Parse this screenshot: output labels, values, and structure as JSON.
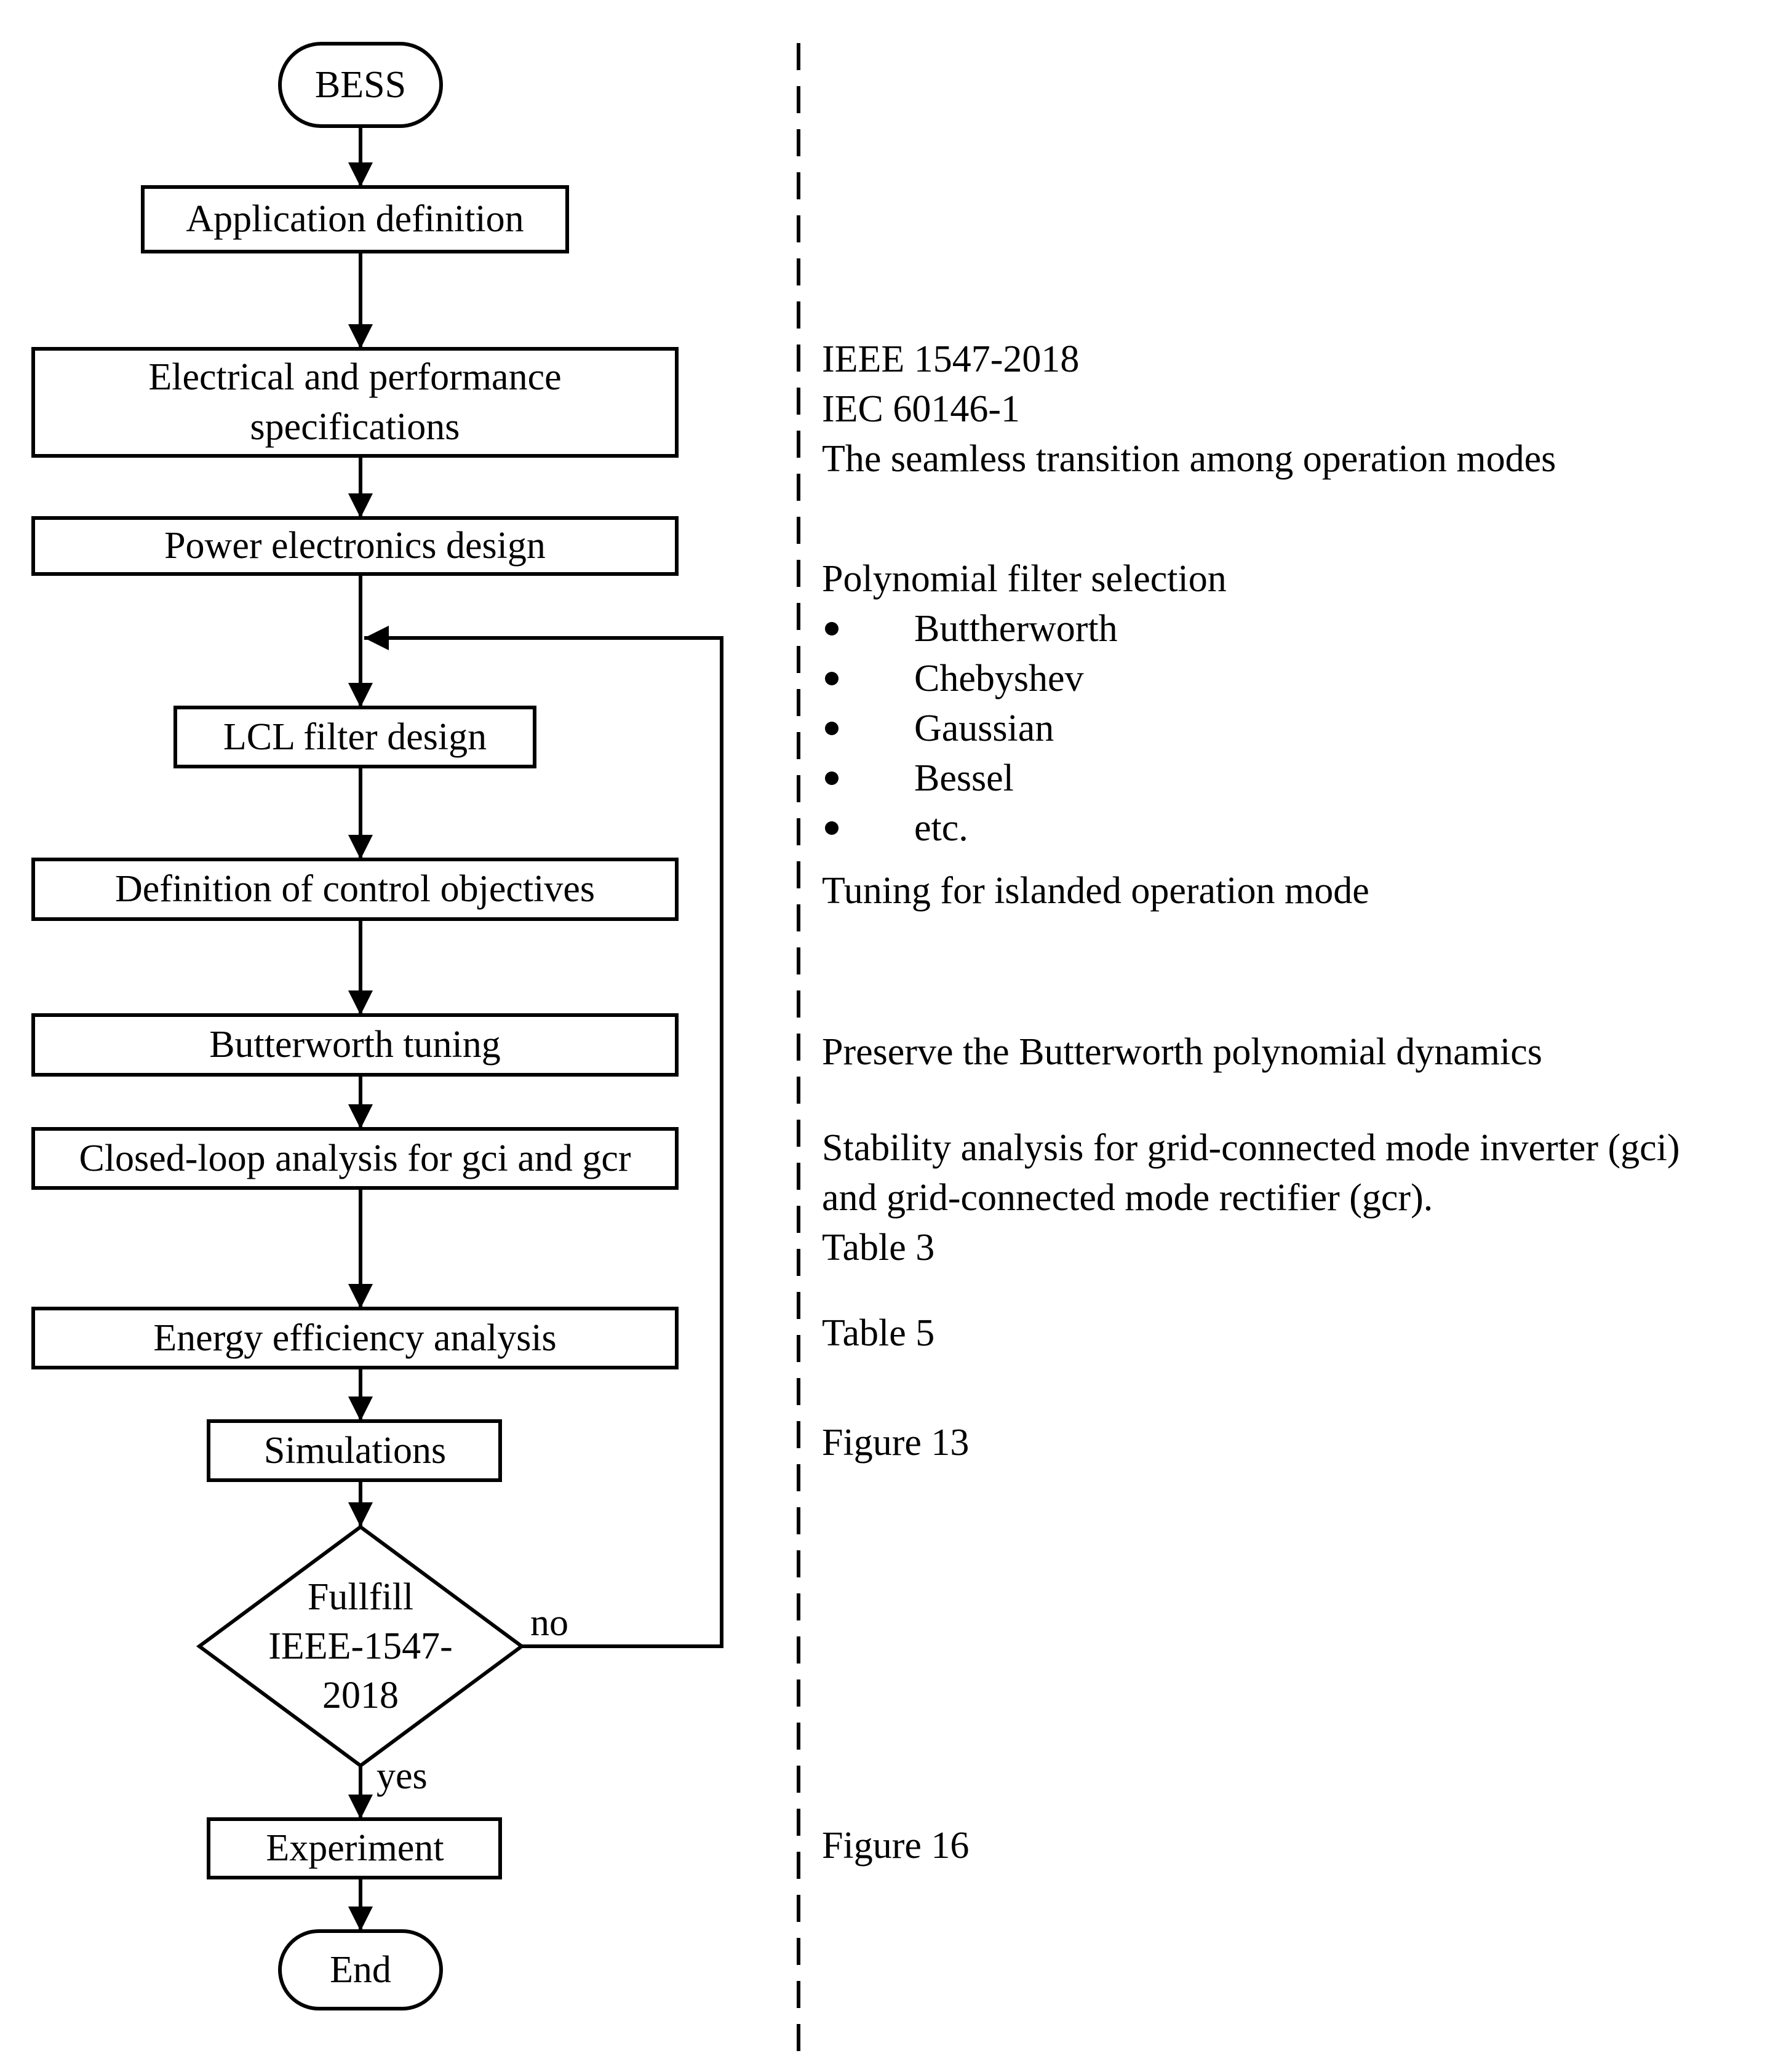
{
  "flowchart": {
    "start": "BESS",
    "steps": {
      "application": "Application definition",
      "specs_line1": "Electrical and performance",
      "specs_line2": "specifications",
      "power_electronics": "Power electronics design",
      "lcl": "LCL filter design",
      "control_objectives": "Definition of control objectives",
      "butterworth": "Butterworth tuning",
      "closed_loop": "Closed-loop analysis for gci and gcr",
      "energy": "Energy efficiency analysis",
      "simulations": "Simulations",
      "experiment": "Experiment"
    },
    "decision": {
      "line1": "Fullfill",
      "line2": "IEEE-1547-",
      "line3": "2018",
      "no_label": "no",
      "yes_label": "yes"
    },
    "end": "End"
  },
  "notes": {
    "specs": [
      "IEEE 1547-2018",
      "IEC 60146-1",
      "The seamless transition among operation modes"
    ],
    "filter_heading": "Polynomial filter selection",
    "filter_list": [
      "Buttherworth",
      "Chebyshev",
      "Gaussian",
      "Bessel",
      "etc."
    ],
    "control": "Tuning for islanded operation mode",
    "butterworth": "Preserve the Butterworth polynomial dynamics",
    "closed_loop": [
      "Stability analysis for grid-connected mode inverter (gci)",
      "and grid-connected mode rectifier (gcr).",
      "Table 3"
    ],
    "energy": "Table 5",
    "simulations": "Figure 13",
    "experiment": "Figure 16"
  }
}
